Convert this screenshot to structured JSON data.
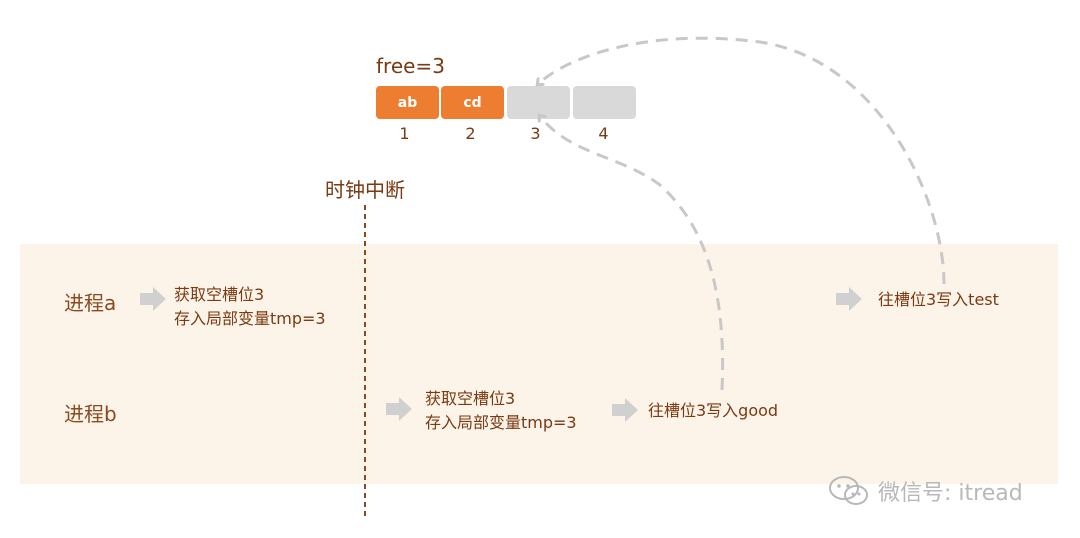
{
  "memory": {
    "free_label": "free=3",
    "slots": [
      {
        "number": "1",
        "content": "ab",
        "state": "filled"
      },
      {
        "number": "2",
        "content": "cd",
        "state": "filled"
      },
      {
        "number": "3",
        "content": "",
        "state": "empty"
      },
      {
        "number": "4",
        "content": "",
        "state": "empty"
      }
    ]
  },
  "interrupt": {
    "label": "时钟中断"
  },
  "process_a": {
    "label": "进程a",
    "step1_line1": "获取空槽位3",
    "step1_line2": "存入局部变量tmp=3",
    "step2": "往槽位3写入test"
  },
  "process_b": {
    "label": "进程b",
    "step1_line1": "获取空槽位3",
    "step1_line2": "存入局部变量tmp=3",
    "step2": "往槽位3写入good"
  },
  "watermark": {
    "text": "微信号: itread",
    "icon": "wechat-icon"
  },
  "colors": {
    "accent": "#ed7d31",
    "empty_slot": "#d9d9d9",
    "band": "#fdf4e9",
    "text": "#7a3a12",
    "arrow": "#d0d0d0",
    "dashed_line": "#c8c8c8",
    "interrupt_line": "#8a4a20"
  }
}
